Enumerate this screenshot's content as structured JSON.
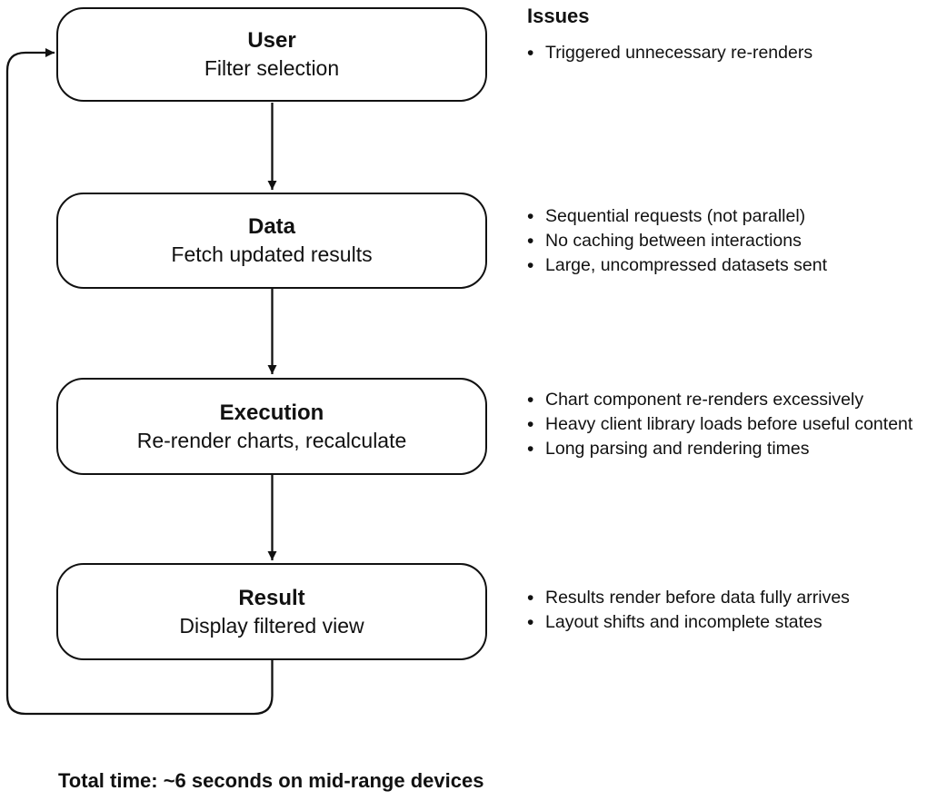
{
  "diagram": {
    "issues_heading": "Issues",
    "total_time_label": "Total time: ~6 seconds on mid-range devices",
    "colors": {
      "stroke": "#111111",
      "text": "#111111",
      "background": "#ffffff"
    },
    "steps": [
      {
        "title": "User",
        "subtitle": "Filter selection",
        "issues": [
          "Triggered unnecessary re-renders"
        ]
      },
      {
        "title": "Data",
        "subtitle": "Fetch updated results",
        "issues": [
          "Sequential requests (not parallel)",
          "No caching between interactions",
          "Large, uncompressed datasets sent"
        ]
      },
      {
        "title": "Execution",
        "subtitle": "Re-render charts, recalculate",
        "issues": [
          "Chart component re-renders excessively",
          "Heavy client library loads before useful content",
          "Long parsing and rendering times"
        ]
      },
      {
        "title": "Result",
        "subtitle": "Display filtered view",
        "issues": [
          "Results render before data fully arrives",
          "Layout shifts and incomplete states"
        ]
      }
    ]
  }
}
